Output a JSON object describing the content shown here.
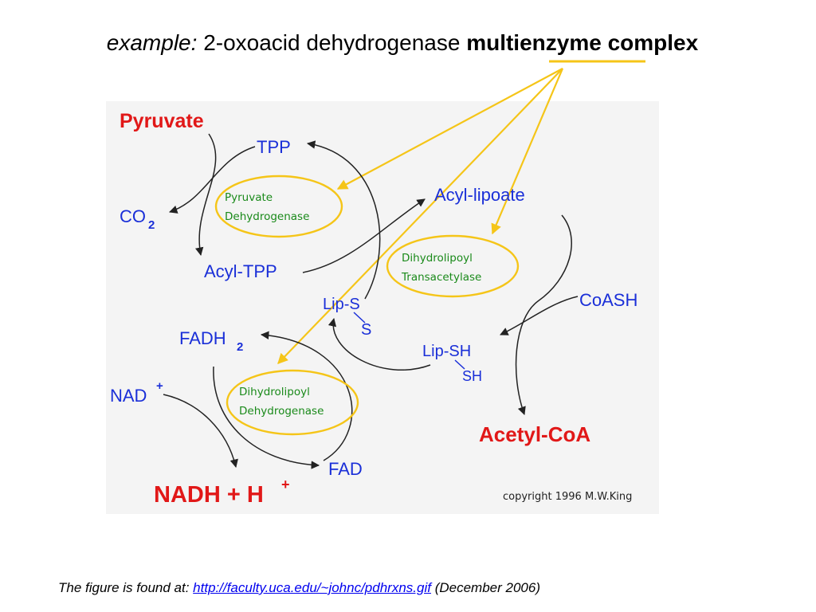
{
  "title": {
    "prefix": "example:",
    "middle": "2-oxoacid dehydrogenase",
    "bold1": "multienzyme",
    "bold2": "complex"
  },
  "diagram": {
    "metabolites": {
      "pyruvate": "Pyruvate",
      "tpp": "TPP",
      "co2": "CO",
      "co2_sub": "2",
      "acyl_tpp": "Acyl-TPP",
      "acyl_lipoate": "Acyl-lipoate",
      "lip_s1": "Lip-S",
      "lip_s2": "S",
      "coash": "CoASH",
      "lip_sh1": "Lip-SH",
      "lip_sh2": "SH",
      "fadh2": "FADH",
      "fadh2_sub": "2",
      "nad": "NAD",
      "nad_sup": "+",
      "fad": "FAD",
      "acetyl_coa": "Acetyl-CoA",
      "nadh": "NADH + H",
      "nadh_sup": "+"
    },
    "enzymes": {
      "e1_line1": "Pyruvate",
      "e1_line2": "Dehydrogenase",
      "e2_line1": "Dihydrolipoyl",
      "e2_line2": "Transacetylase",
      "e3_line1": "Dihydrolipoyl",
      "e3_line2": "Dehydrogenase"
    },
    "copyright": "copyright 1996 M.W.King"
  },
  "footer": {
    "prefix": "The figure is found at:",
    "link": "http://faculty.uca.edu/~johnc/pdhrxns.gif",
    "suffix": "(December 2006)"
  },
  "colors": {
    "metabolite_blue": "#1a2fd8",
    "product_red": "#e11818",
    "enzyme_green": "#1a8a1a",
    "highlight_yellow": "#f5c518",
    "panel_gray": "#f4f4f4"
  }
}
